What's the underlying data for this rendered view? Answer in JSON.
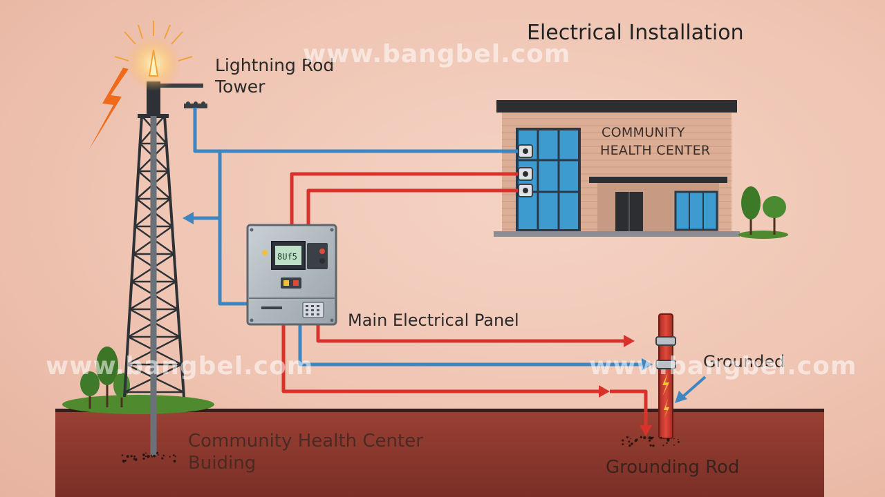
{
  "title": "Electrical Installation",
  "tower": {
    "label_line1": "Lightning Rod",
    "label_line2": "Tower"
  },
  "building": {
    "label_line1": "COMMUNITY",
    "label_line2": "HEALTH CENTER"
  },
  "panel": {
    "label": "Main Electrical Panel"
  },
  "grounded": {
    "label": "Grounded"
  },
  "ground": {
    "label_line1": "Community Health Center",
    "label_line2": "Buiding"
  },
  "grounding_rod": {
    "label": "Grounding Rod"
  },
  "watermark": {
    "text": "www.bangbel.com"
  },
  "colors": {
    "live_wire": "#d9322b",
    "ground_wire": "#3f86c0",
    "soil": "#8e3a2f",
    "wall": "#dcae96",
    "bolt": "#f06a1c"
  },
  "icons": [
    "lightning-bolt-icon",
    "arrow-icon",
    "tree-icon"
  ]
}
